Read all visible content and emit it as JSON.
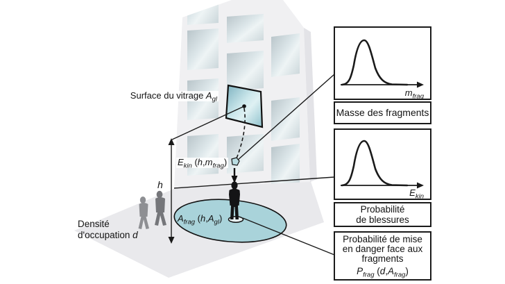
{
  "scene": {
    "surface_label": {
      "text": "Surface du vitrage ",
      "var": "A",
      "sub": "gl"
    },
    "ekin_label": {
      "v1": "E",
      "s1": "kin",
      "p1": " (",
      "v2": "h",
      "c": ",",
      "v3": "m",
      "s3": "frag",
      "p2": ")"
    },
    "h_label": "h",
    "afrag_label": {
      "v1": "A",
      "s1": "frag",
      "p1": " (",
      "v2": "h",
      "c": ",",
      "v3": "A",
      "s3": "gl",
      "p2": ")"
    },
    "densite_label": {
      "line1": "Densité",
      "line2": "d'occupation ",
      "var": "d"
    }
  },
  "boxes": {
    "mass": {
      "axis_var": "m",
      "axis_sub": "frag",
      "caption": "Masse des fragments",
      "curve_type": "skewed distribution"
    },
    "injury": {
      "axis_var": "E",
      "axis_sub": "kin",
      "caption_line1": "Probabilité",
      "caption_line2": "de blessures",
      "curve_type": "skewed distribution"
    },
    "danger": {
      "line1": "Probabilité de mise",
      "line2": "en danger face aux",
      "line3": "fragments",
      "formula": {
        "v1": "P",
        "s1": "frag",
        "p1": " (",
        "v2": "d",
        "c": ",",
        "v3": "A",
        "s3": "frag",
        "p2": ")"
      }
    }
  },
  "colors": {
    "hazard_zone_teal": "#a9d3da",
    "glazing_teal": "#8ec1cc",
    "wall_gray": "#f0f0f2",
    "ground_gray": "#e9e9ec",
    "ink": "#1a1a1a"
  }
}
